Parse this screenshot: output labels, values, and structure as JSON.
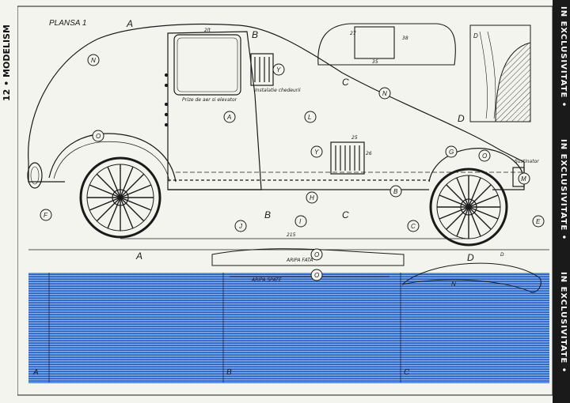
{
  "page_header": {
    "page_number": "12",
    "magazine": "MODELISM"
  },
  "side_band": {
    "text": "IN EXCLUSIVITATE"
  },
  "plate": {
    "title": "PLANSA 1"
  },
  "section_markers": [
    "A",
    "A",
    "B",
    "B",
    "C",
    "C",
    "D",
    "D"
  ],
  "part_labels": [
    "N",
    "N",
    "O",
    "O",
    "O",
    "O",
    "A",
    "L",
    "Y",
    "Y",
    "F",
    "E",
    "M",
    "G",
    "H",
    "I",
    "J",
    "B",
    "C",
    "D",
    "N"
  ],
  "annotations": {
    "door_note": "Prize de aer si elevator",
    "vent_note": "Instalatie chedeurii",
    "roof_dim": "2lt",
    "bumper_note": "Sustinator",
    "fender_front": "ARIPA FATA",
    "fender_rear": "ARIPA SPATE",
    "wheelbase_dim": "215",
    "vent_dim_1": "25",
    "vent_dim_2": "26",
    "window_dim_1": "35",
    "window_dim_2": "27",
    "window_dim_3": "38",
    "bottom_section_A": "A",
    "bottom_section_B": "B",
    "bottom_section_C": "C",
    "fender_d_label": "D"
  },
  "colors": {
    "background": "#1f5fc8",
    "grid": "#2d72d8",
    "paper": "#f4f4ee",
    "ink": "#1a1a1a",
    "text_overlay": "#3a6fd0"
  }
}
